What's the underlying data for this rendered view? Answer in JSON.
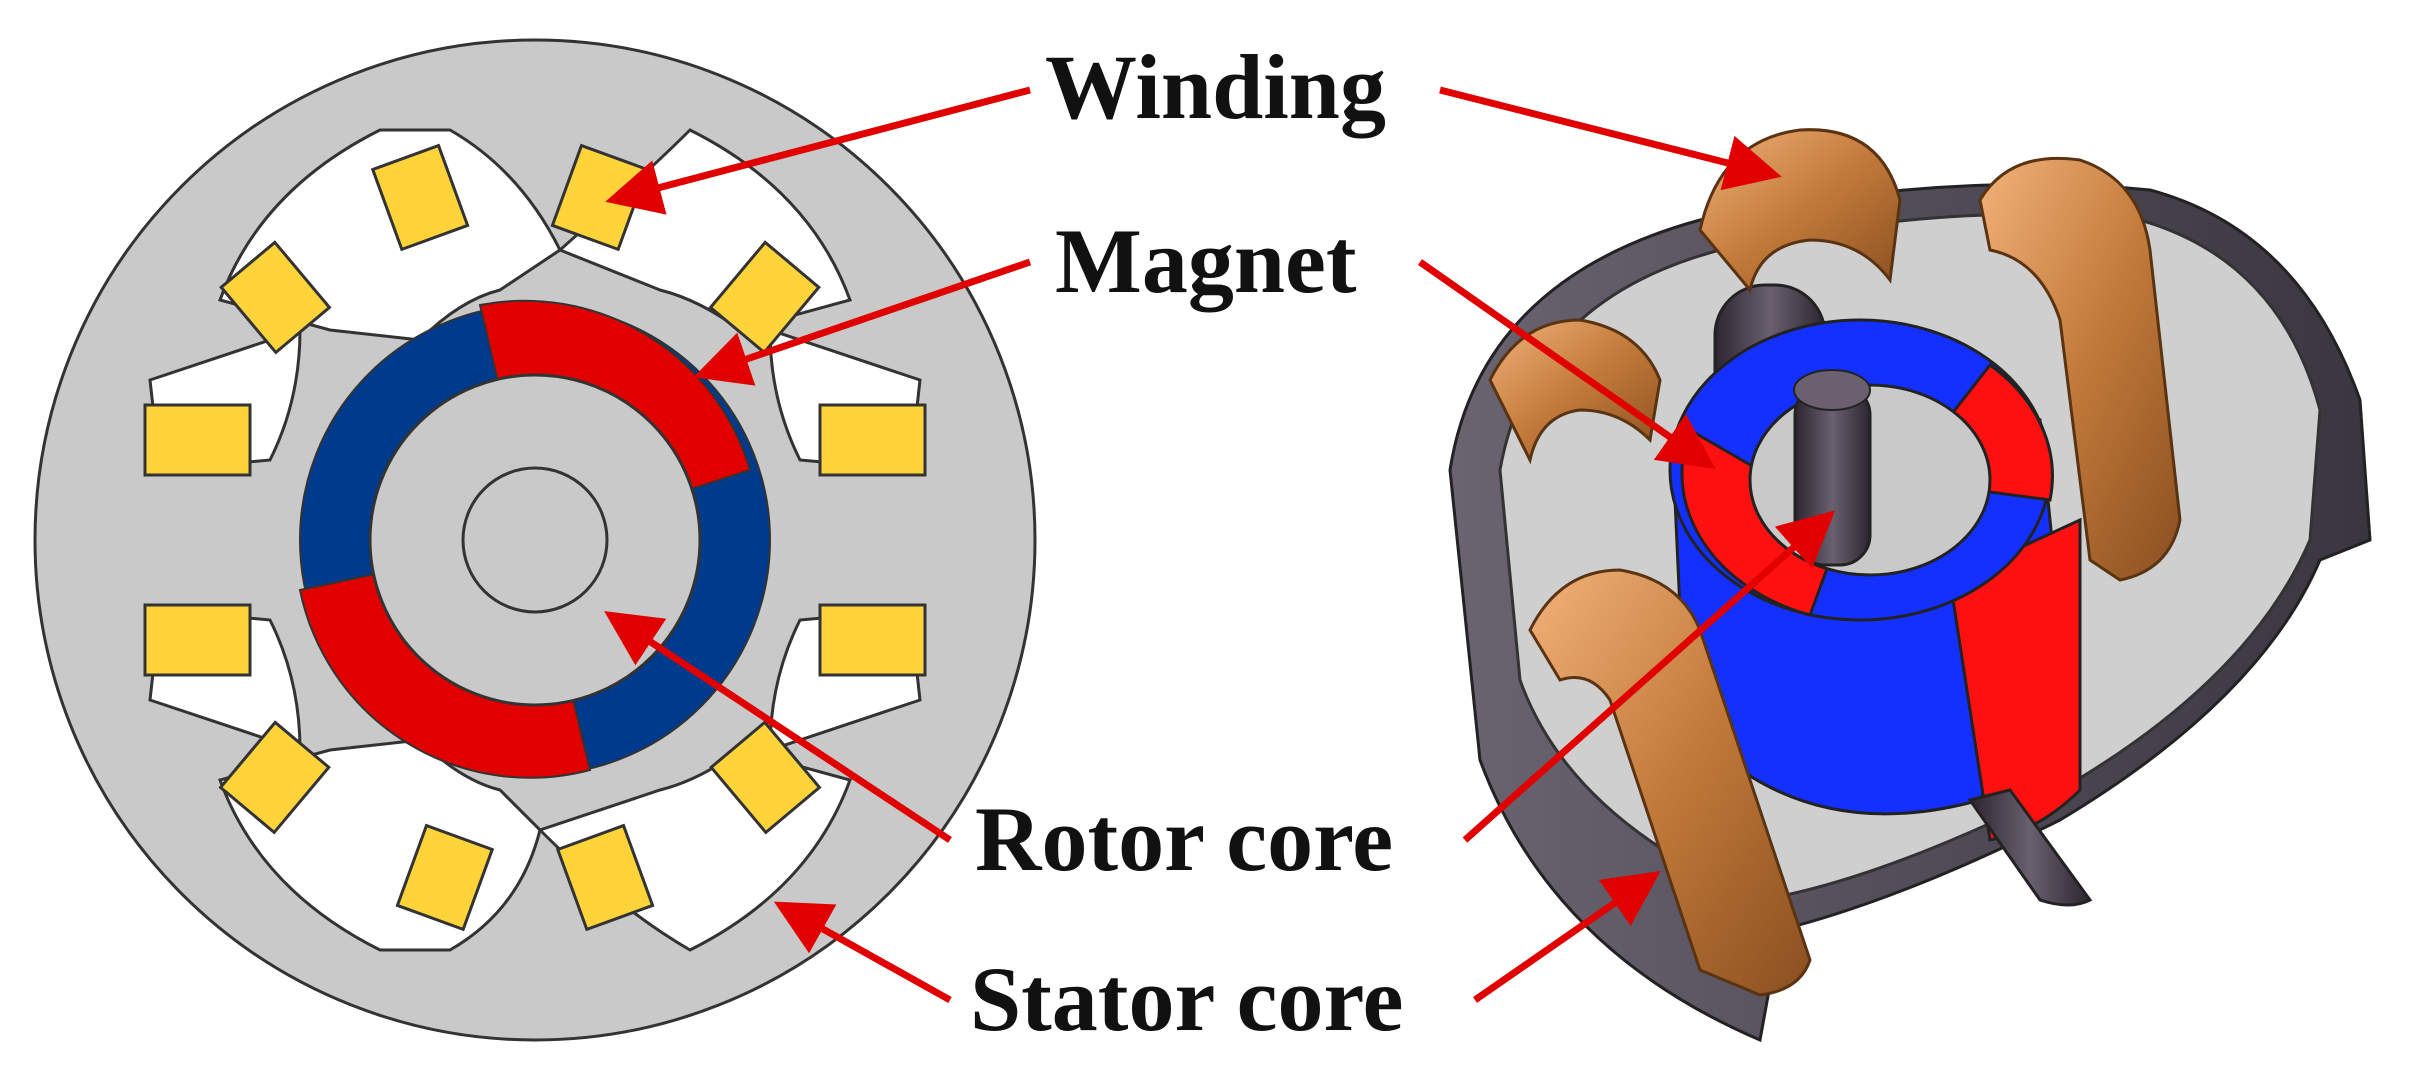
{
  "labels": {
    "winding": "Winding",
    "magnet": "Magnet",
    "rotor_core": "Rotor core",
    "stator_core": "Stator core"
  },
  "colors": {
    "stator": "#c9c9c9",
    "winding_2d": "#ffd43b",
    "magnet_red": "#e00000",
    "magnet_blue": "#003a8c",
    "arrow": "#e00000",
    "copper": "#c07a38",
    "magnet_red_3d": "#ff1010",
    "magnet_blue_3d": "#1430ff"
  }
}
